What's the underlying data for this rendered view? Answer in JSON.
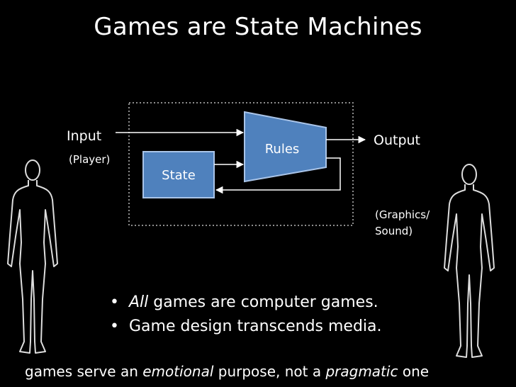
{
  "slide": {
    "title": "Games are State Machines"
  },
  "diagram": {
    "input_label": "Input",
    "player_label": "(Player)",
    "rules_label": "Rules",
    "state_label": "State",
    "output_label": "Output",
    "graphics_label_line1": "(Graphics/",
    "graphics_label_line2": "Sound)",
    "box_fill": "#4f81bd",
    "box_stroke": "#a9c4e8"
  },
  "bullets": {
    "b1_italic": "All",
    "b1_rest": " games are computer games.",
    "b2": "Game design transcends media."
  },
  "footer": {
    "part1": "games serve an ",
    "emotional": "emotional",
    "part2": " purpose, not a ",
    "pragmatic": "pragmatic",
    "part3": " one"
  },
  "icons": {
    "left_figure": "human-figure-icon",
    "right_figure": "human-figure-icon"
  }
}
